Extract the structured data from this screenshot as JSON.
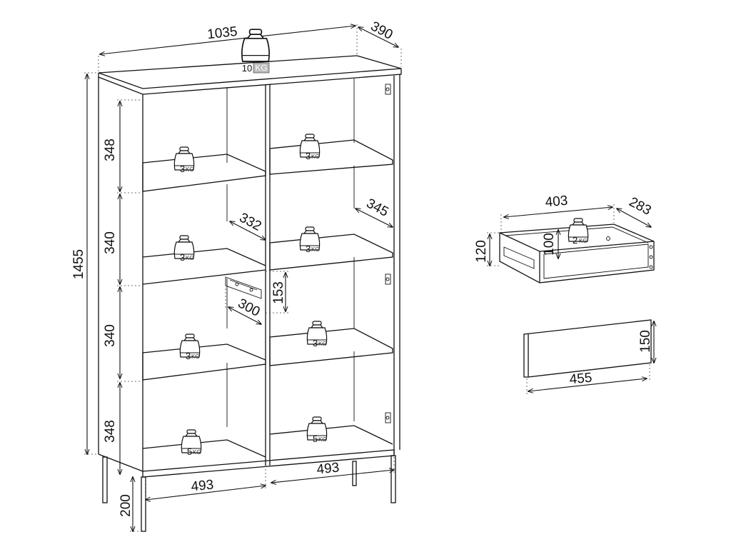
{
  "cabinet": {
    "width": "1035",
    "depth": "390",
    "height": "1455",
    "top_load": {
      "number": "10",
      "unit": "KG"
    },
    "shelf_heights": [
      "348",
      "340",
      "340",
      "348"
    ],
    "compartment_widths": [
      "493",
      "493"
    ],
    "leg_height": "200",
    "inner_depths": [
      "332",
      "345"
    ],
    "slide_length": "300",
    "slide_height": "153",
    "shelf_loads": [
      {
        "number": "3",
        "unit": "KG"
      },
      {
        "number": "3",
        "unit": "KG"
      },
      {
        "number": "3",
        "unit": "KG"
      },
      {
        "number": "3",
        "unit": "KG"
      },
      {
        "number": "3",
        "unit": "KG"
      },
      {
        "number": "3",
        "unit": "KG"
      },
      {
        "number": "5",
        "unit": "KG"
      },
      {
        "number": "5",
        "unit": "KG"
      }
    ]
  },
  "drawer": {
    "width": "403",
    "depth": "283",
    "height": "120",
    "inner_height": "100",
    "load": {
      "number": "2",
      "unit": "KG"
    }
  },
  "drawer_front": {
    "width": "455",
    "height": "150"
  }
}
